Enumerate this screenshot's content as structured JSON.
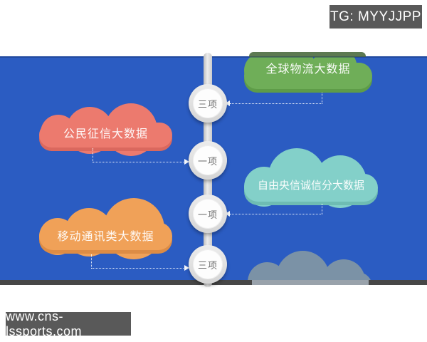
{
  "header": {
    "tg_badge": "TG: MYYJJPP",
    "badge_bg": "#595959",
    "badge_text_color": "#ffffff"
  },
  "footer": {
    "website": "www.cns-lssports.com"
  },
  "diagram": {
    "panel_bg": "#2b5cc2",
    "spine_color": "#d7d7d7",
    "edge_strip_color": "#474747",
    "clouds": [
      {
        "label": "全球物流大数据",
        "color": "#6fae58",
        "shadow": "#5e9c48",
        "position": "top-right"
      },
      {
        "label": "公民征信大数据",
        "color": "#ec7a6e",
        "shadow": "#da685e",
        "position": "upper-left"
      },
      {
        "label": "自由央信诚信分大数据",
        "color": "#83d0c9",
        "shadow": "#6ebcb3",
        "position": "middle-right"
      },
      {
        "label": "移动通讯类大数据",
        "color": "#f0a158",
        "shadow": "#dd8c45",
        "position": "bottom-left"
      },
      {
        "label": "",
        "color": "#7b92a6",
        "shadow": "#7b92a6",
        "position": "bottom-right-clipped"
      }
    ],
    "nodes": [
      {
        "label": "三项"
      },
      {
        "label": "一项"
      },
      {
        "label": "一项"
      },
      {
        "label": "三项"
      }
    ]
  }
}
